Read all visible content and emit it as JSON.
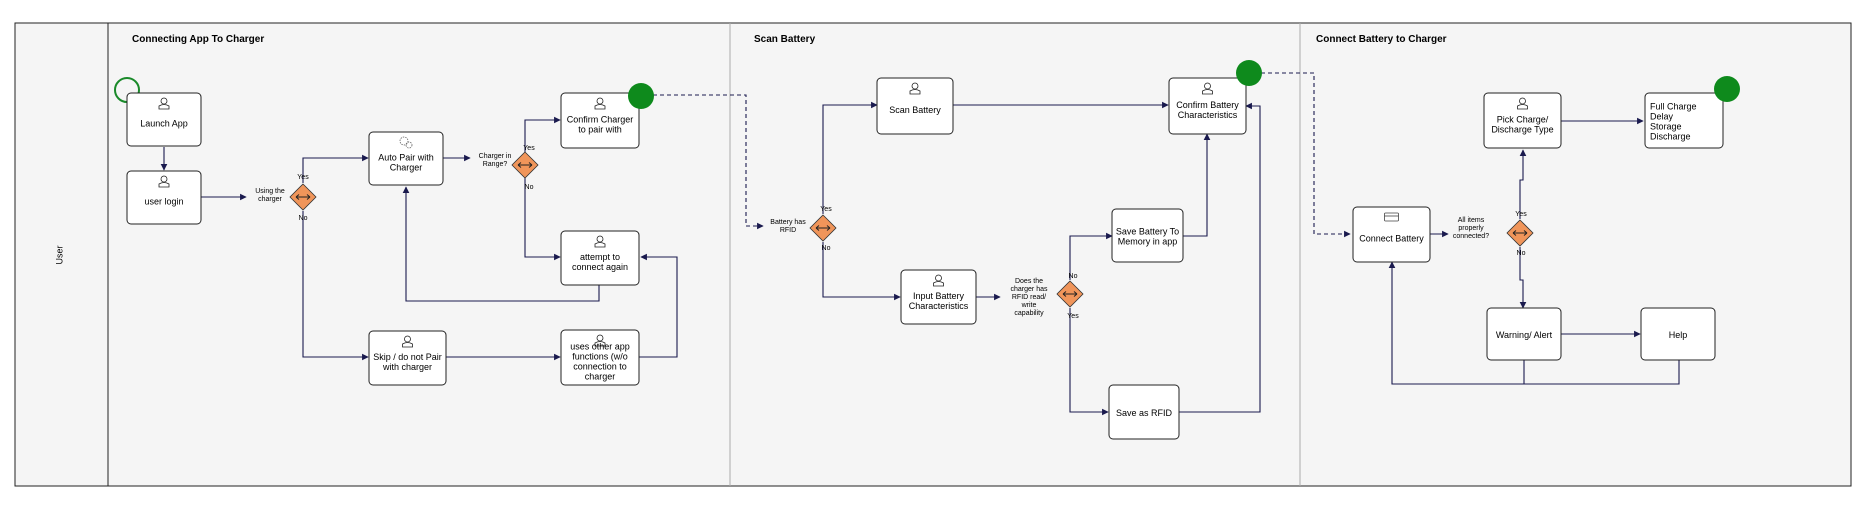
{
  "pool": {
    "lane_label": "User"
  },
  "sections": [
    {
      "id": "s1",
      "title": "Connecting App To Charger"
    },
    {
      "id": "s2",
      "title": "Scan Battery"
    },
    {
      "id": "s3",
      "title": "Connect Battery to Charger"
    }
  ],
  "tasks": [
    {
      "id": "launch",
      "lines": [
        "Launch App"
      ],
      "icon": "user-icon"
    },
    {
      "id": "login",
      "lines": [
        "user login"
      ],
      "icon": "user-icon"
    },
    {
      "id": "autopair",
      "lines": [
        "Auto Pair with",
        "Charger"
      ],
      "icon": "gear-icon"
    },
    {
      "id": "confirm",
      "lines": [
        "Confirm Charger",
        "to pair with"
      ],
      "icon": "user-icon"
    },
    {
      "id": "attempt",
      "lines": [
        "attempt to",
        "connect again"
      ],
      "icon": "user-icon"
    },
    {
      "id": "skip",
      "lines": [
        "Skip / do not Pair",
        "with charger"
      ],
      "icon": "user-icon"
    },
    {
      "id": "uses",
      "lines": [
        "uses other app",
        "functions (w/o",
        "connection to",
        "charger"
      ],
      "icon": "user-icon"
    },
    {
      "id": "scan",
      "lines": [
        "Scan Battery"
      ],
      "icon": "user-icon"
    },
    {
      "id": "confirmbat",
      "lines": [
        "Confirm Battery",
        "Characteristics"
      ],
      "icon": "user-icon"
    },
    {
      "id": "savemem",
      "lines": [
        "Save Battery To",
        "Memory in app"
      ],
      "icon": "none"
    },
    {
      "id": "input",
      "lines": [
        "Input Battery",
        "Characteristics"
      ],
      "icon": "user-icon"
    },
    {
      "id": "saverfid",
      "lines": [
        "Save as RFID"
      ],
      "icon": "none"
    },
    {
      "id": "connbat",
      "lines": [
        "Connect Battery"
      ],
      "icon": "hand-icon"
    },
    {
      "id": "pick",
      "lines": [
        "Pick Charge/",
        "Discharge Type"
      ],
      "icon": "user-icon"
    },
    {
      "id": "full",
      "lines": [
        "Full Charge",
        "Delay",
        "Storage",
        "Discharge"
      ],
      "icon": "none"
    },
    {
      "id": "warning",
      "lines": [
        "Warning/ Alert"
      ],
      "icon": "none"
    },
    {
      "id": "help",
      "lines": [
        "Help"
      ],
      "icon": "none"
    }
  ],
  "gateways": [
    {
      "id": "g1",
      "question": [
        "Using the",
        "charger"
      ],
      "yes": "Yes",
      "no": "No"
    },
    {
      "id": "g2",
      "question": [
        "Charger in",
        "Range?"
      ],
      "yes": "Yes",
      "no": "No"
    },
    {
      "id": "g3",
      "question": [
        "Battery has",
        "RFID"
      ],
      "yes": "Yes",
      "no": "No"
    },
    {
      "id": "g4",
      "question": [
        "Does the",
        "charger has",
        "RFID read/",
        "write",
        "capability"
      ],
      "yes": "Yes",
      "no": "No"
    },
    {
      "id": "g5",
      "question": [
        "All items",
        "properly",
        "connected?"
      ],
      "yes": "Yes",
      "no": "No"
    }
  ],
  "colors": {
    "edge": "#1a1a4e",
    "gateway_fill": "#f0955a",
    "end_event": "#0e8a1c",
    "start_event": "#1a8a2a",
    "lane_bg": "#f5f5f5",
    "task_fill": "#ffffff"
  }
}
